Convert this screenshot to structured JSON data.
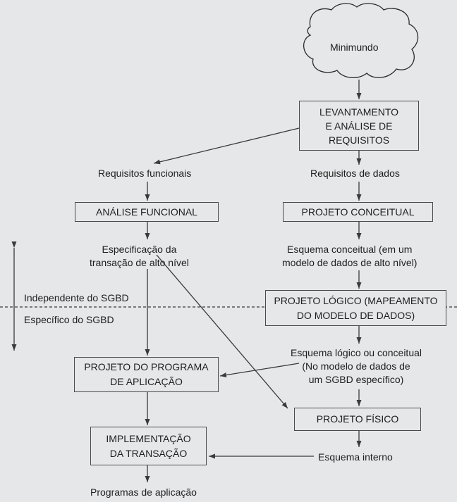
{
  "diagram": {
    "cloud_label": "Minimundo",
    "boxes": {
      "levantamento": [
        "LEVANTAMENTO",
        "E ANÁLISE DE",
        "REQUISITOS"
      ],
      "analise_funcional": [
        "ANÁLISE FUNCIONAL"
      ],
      "projeto_conceitual": [
        "PROJETO CONCEITUAL"
      ],
      "projeto_logico": [
        "PROJETO LÓGICO (MAPEAMENTO",
        "DO MODELO DE DADOS)"
      ],
      "projeto_programa": [
        "PROJETO DO PROGRAMA",
        "DE APLICAÇÃO"
      ],
      "projeto_fisico": [
        "PROJETO FÍSICO"
      ],
      "implementacao": [
        "IMPLEMENTAÇÃO",
        "DA TRANSAÇÃO"
      ]
    },
    "labels": {
      "requisitos_funcionais": [
        "Requisitos funcionais"
      ],
      "requisitos_dados": [
        "Requisitos de dados"
      ],
      "especificacao": [
        "Especificação da",
        "transação de alto nível"
      ],
      "esquema_conceitual": [
        "Esquema conceitual (em um",
        "modelo de dados de alto nível)"
      ],
      "esquema_logico": [
        "Esquema lógico ou conceitual",
        "(No modelo de dados de",
        "um SGBD específico)"
      ],
      "esquema_interno": [
        "Esquema interno"
      ],
      "programas": [
        "Programas de aplicação"
      ],
      "independente": [
        "Independente do SGBD"
      ],
      "especifico": [
        "Específico do SGBD"
      ]
    }
  }
}
